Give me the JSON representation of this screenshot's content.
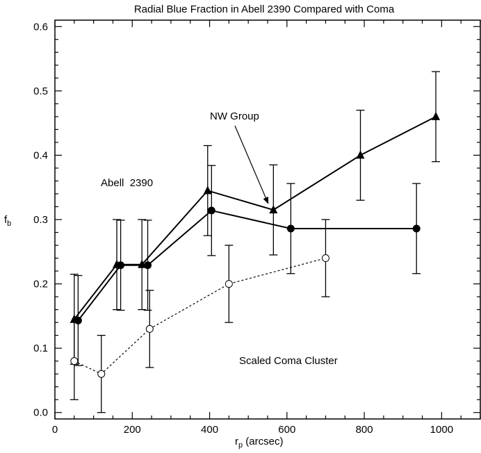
{
  "chart_data": {
    "type": "line",
    "title": "Radial Blue Fraction in Abell 2390 Compared with Coma",
    "xlabel": {
      "main": "r",
      "sub": "p",
      "suffix": " (arcsec)"
    },
    "ylabel": {
      "main": "f",
      "sub": "b"
    },
    "xlim": [
      0,
      1100
    ],
    "ylim": [
      -0.01,
      0.61
    ],
    "xticks": [
      0,
      200,
      400,
      600,
      800,
      1000
    ],
    "yticks": [
      0.0,
      0.1,
      0.2,
      0.3,
      0.4,
      0.5,
      0.6
    ],
    "xtick_labels": [
      "0",
      "200",
      "400",
      "600",
      "800",
      "1000"
    ],
    "ytick_labels": [
      "0.0",
      "0.1",
      "0.2",
      "0.3",
      "0.4",
      "0.5",
      "0.6"
    ],
    "grid": false,
    "series": [
      {
        "marker": "triangle",
        "line": "solid",
        "points": [
          {
            "x": 50,
            "y": 0.145,
            "err": 0.07
          },
          {
            "x": 160,
            "y": 0.23,
            "err": 0.07
          },
          {
            "x": 225,
            "y": 0.23,
            "err": 0.07
          },
          {
            "x": 395,
            "y": 0.345,
            "err": 0.07
          },
          {
            "x": 565,
            "y": 0.315,
            "err": 0.07
          },
          {
            "x": 790,
            "y": 0.4,
            "err": 0.07
          },
          {
            "x": 985,
            "y": 0.46,
            "err": 0.07
          }
        ]
      },
      {
        "marker": "circle-filled",
        "line": "solid",
        "points": [
          {
            "x": 60,
            "y": 0.143,
            "err": 0.07
          },
          {
            "x": 170,
            "y": 0.229,
            "err": 0.07
          },
          {
            "x": 240,
            "y": 0.229,
            "err": 0.07
          },
          {
            "x": 405,
            "y": 0.314,
            "err": 0.07
          },
          {
            "x": 610,
            "y": 0.286,
            "err": 0.07
          },
          {
            "x": 935,
            "y": 0.286,
            "err": 0.07
          }
        ]
      },
      {
        "marker": "circle-open",
        "line": "dashed",
        "points": [
          {
            "x": 50,
            "y": 0.08,
            "err": 0.06
          },
          {
            "x": 120,
            "y": 0.06,
            "err": 0.06
          },
          {
            "x": 245,
            "y": 0.13,
            "err": 0.06
          },
          {
            "x": 450,
            "y": 0.2,
            "err": 0.06
          },
          {
            "x": 700,
            "y": 0.24,
            "err": 0.06
          }
        ]
      }
    ],
    "annotations": [
      {
        "text": "Abell  2390"
      },
      {
        "text": "NW Group",
        "arrow_to": {
          "x": 555,
          "y": 0.325
        }
      },
      {
        "text": "Scaled Coma Cluster"
      }
    ]
  },
  "colors": {
    "ink": "#000000",
    "background": "#ffffff"
  }
}
